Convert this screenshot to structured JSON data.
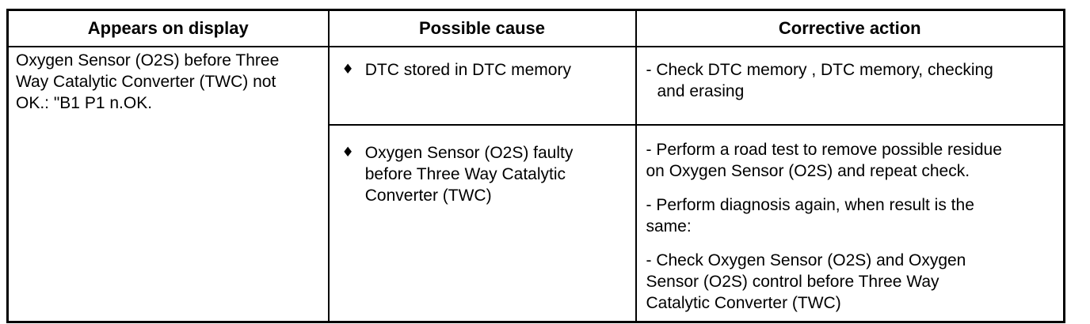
{
  "table": {
    "headers": [
      "Appears on display",
      "Possible cause",
      "Corrective action"
    ],
    "bullet": "♦",
    "display_text": "Oxygen Sensor (O2S) before Three\nWay Catalytic Converter (TWC) not\nOK.: \"B1 P1 n.OK.",
    "rows": [
      {
        "cause": "DTC stored in DTC memory",
        "actions": [
          "- Check DTC memory , DTC memory, checking\nand erasing"
        ]
      },
      {
        "cause": "Oxygen Sensor (O2S) faulty\nbefore Three Way Catalytic\nConverter (TWC)",
        "actions": [
          "- Perform a road test to remove possible residue\non Oxygen Sensor (O2S) and repeat check.",
          "- Perform diagnosis again, when result is the\nsame:",
          "- Check Oxygen Sensor (O2S) and Oxygen\nSensor (O2S) control before Three Way\nCatalytic Converter (TWC)"
        ]
      }
    ],
    "colors": {
      "border": "#000000",
      "text": "#000000",
      "background": "#ffffff"
    }
  }
}
